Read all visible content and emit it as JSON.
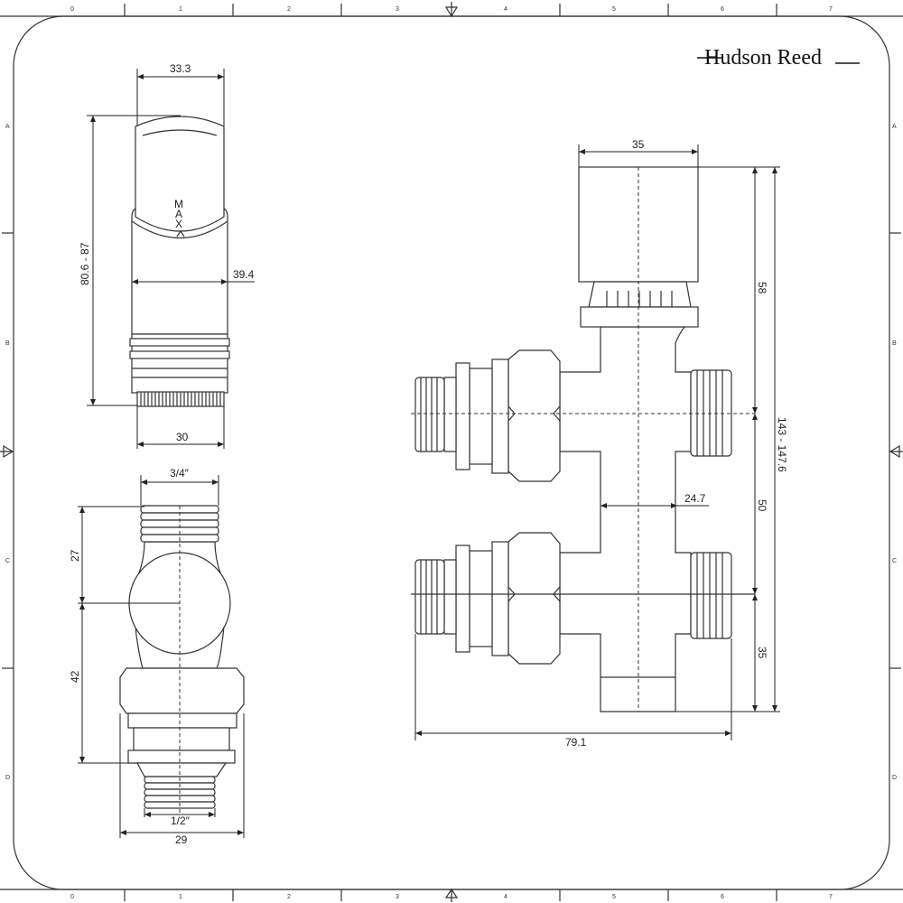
{
  "brand": {
    "logo": "Hudson Reed"
  },
  "grid": {
    "columns": [
      "0",
      "1",
      "2",
      "3",
      "4",
      "5",
      "6",
      "7"
    ],
    "rows": [
      "A",
      "B",
      "C",
      "D"
    ]
  },
  "views": {
    "top_left": {
      "width_cap": "33.3",
      "height": "80.6 - 87",
      "width_body": "39.4",
      "width_base": "30",
      "cap_marking": [
        "M",
        "A",
        "X"
      ]
    },
    "bottom_left": {
      "thread_top": "3/4″",
      "upper_height": "27",
      "lower_height": "42",
      "thread_bottom": "1/2″",
      "width": "29"
    },
    "right": {
      "cap_width": "35",
      "upper_segment": "58",
      "total_height": "143 - 147.6",
      "middle_segment": "50",
      "offset": "24.7",
      "lower_segment": "35",
      "total_width": "79.1"
    }
  }
}
